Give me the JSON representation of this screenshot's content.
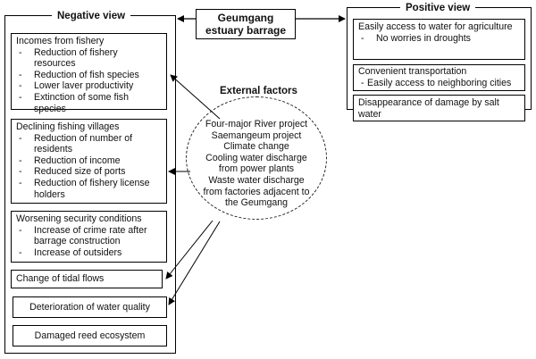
{
  "center_title": "Geumgang estuary barrage",
  "negative": {
    "title": "Negative view",
    "groups": [
      {
        "head": "Incomes from fishery",
        "items": [
          "Reduction of fishery resources",
          "Reduction of fish species",
          "Lower laver productivity",
          "Extinction of some fish species"
        ]
      },
      {
        "head": "Declining fishing villages",
        "items": [
          "Reduction of number of residents",
          "Reduction of income",
          "Reduced size of ports",
          "Reduction of fishery license holders"
        ]
      },
      {
        "head": "Worsening security conditions",
        "items": [
          "Increase of crime rate after barrage construction",
          "Increase of outsiders"
        ]
      }
    ],
    "single": [
      "Change of tidal flows",
      "Deterioration of water quality",
      "Damaged reed ecosystem"
    ]
  },
  "positive": {
    "title": "Positive view",
    "groups": [
      {
        "head": "Easily access to water for agriculture",
        "items": [
          "No worries in droughts"
        ]
      },
      {
        "head": "Convenient transportation",
        "items": [
          "Easily access to neighboring cities"
        ]
      },
      {
        "head": "Disappearance of damage by salt water",
        "items": []
      }
    ]
  },
  "external": {
    "title": "External factors",
    "items": [
      "Four-major River project",
      "Saemangeum project",
      "Climate change",
      "Cooling water discharge",
      "from power plants",
      "Waste water discharge",
      "from factories adjacent to",
      "the Geumgang"
    ]
  }
}
